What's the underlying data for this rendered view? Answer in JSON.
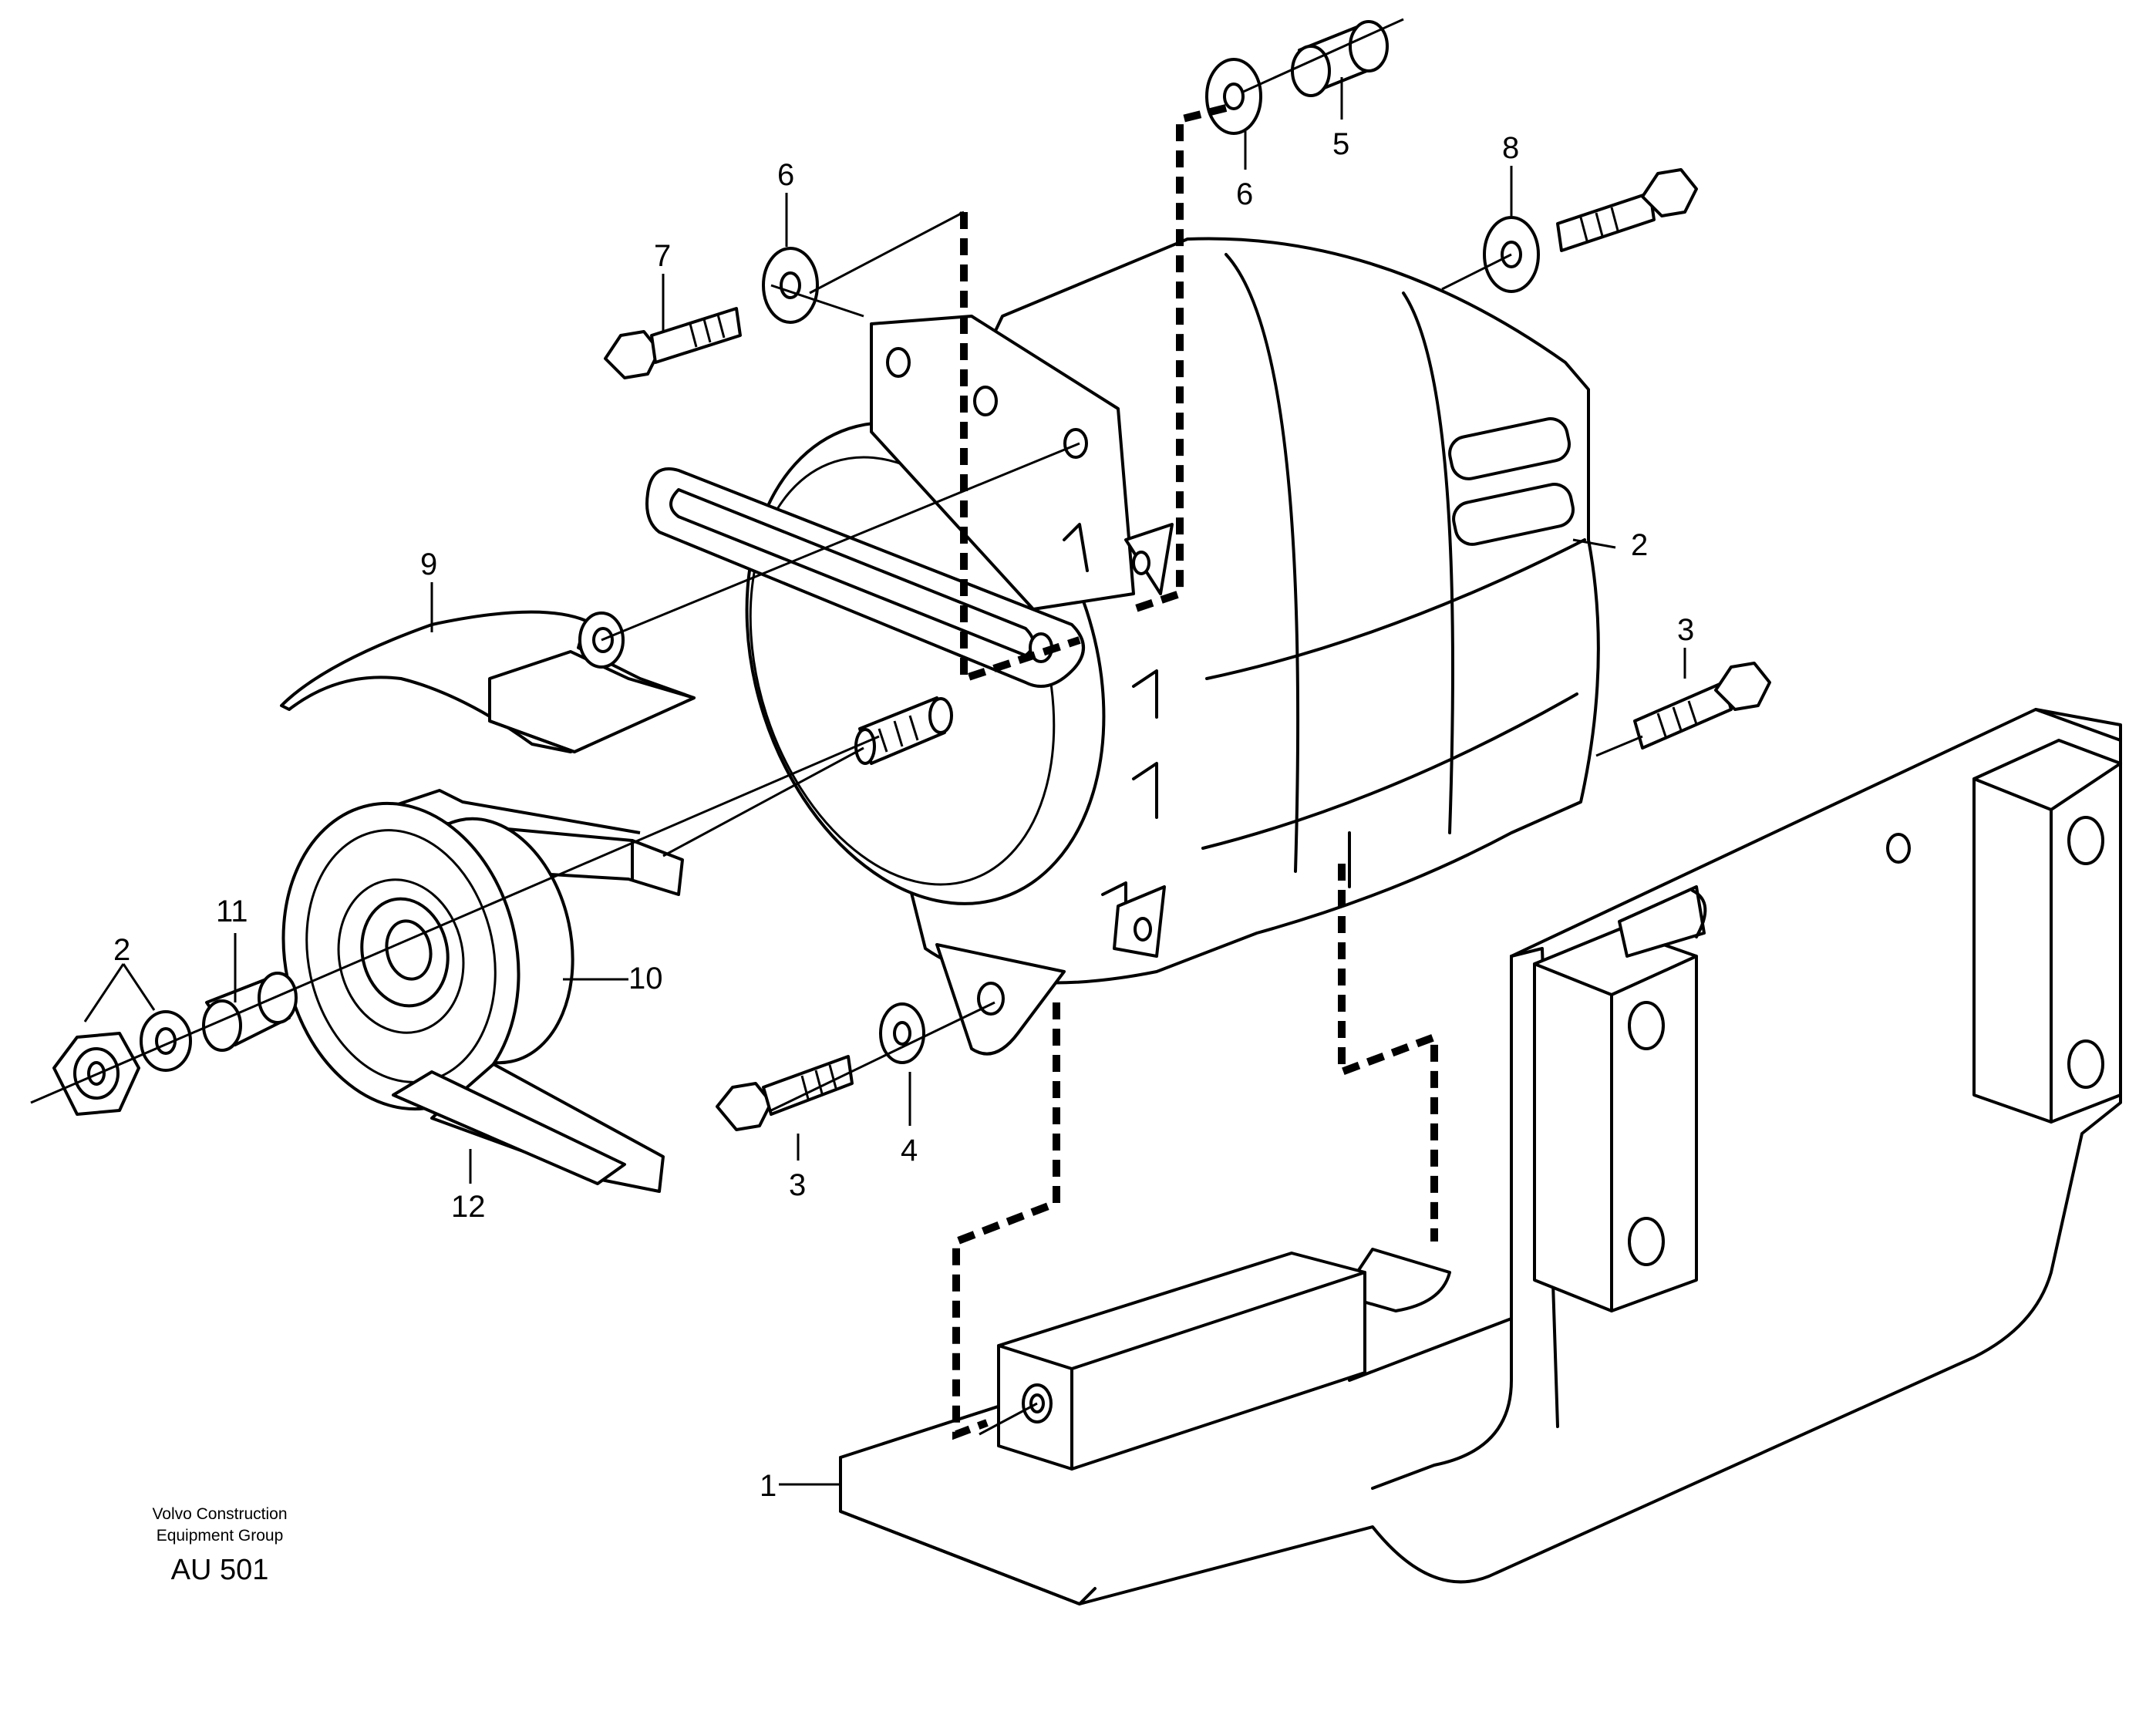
{
  "drawing": {
    "credit_line_1": "Volvo Construction",
    "credit_line_2": "Equipment Group",
    "code": "AU 501"
  },
  "callouts": {
    "c1": "1",
    "c2a": "2",
    "c2b": "2",
    "c3a": "3",
    "c3b": "3",
    "c4": "4",
    "c5": "5",
    "c6a": "6",
    "c6b": "6",
    "c7": "7",
    "c8": "8",
    "c9": "9",
    "c10": "10",
    "c11": "11",
    "c12": "12"
  }
}
